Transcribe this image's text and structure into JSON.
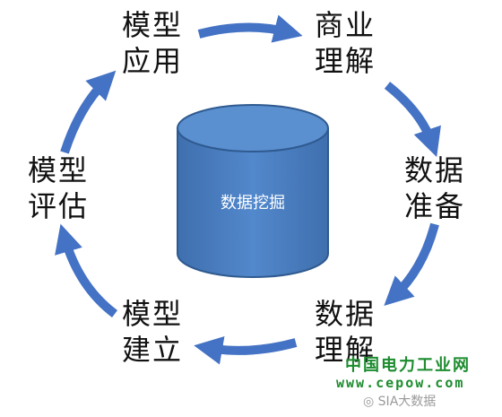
{
  "diagram": {
    "center_label": "数据挖掘",
    "stages": {
      "model_application": "模型\n应用",
      "business_understanding": "商业\n理解",
      "data_preparation": "数据\n准备",
      "data_understanding": "数据\n理解",
      "model_building": "模型\n建立",
      "model_evaluation": "模型\n评估"
    },
    "colors": {
      "arrow": "#4472c4",
      "cylinder_fill": "#4a7dbf",
      "cylinder_stroke": "#2f5a8f",
      "center_text": "#ffffff"
    }
  },
  "watermark": {
    "site_name": "中国电力工业网",
    "url": "www.cepow.com",
    "wechat_text": "SIA大数据"
  }
}
